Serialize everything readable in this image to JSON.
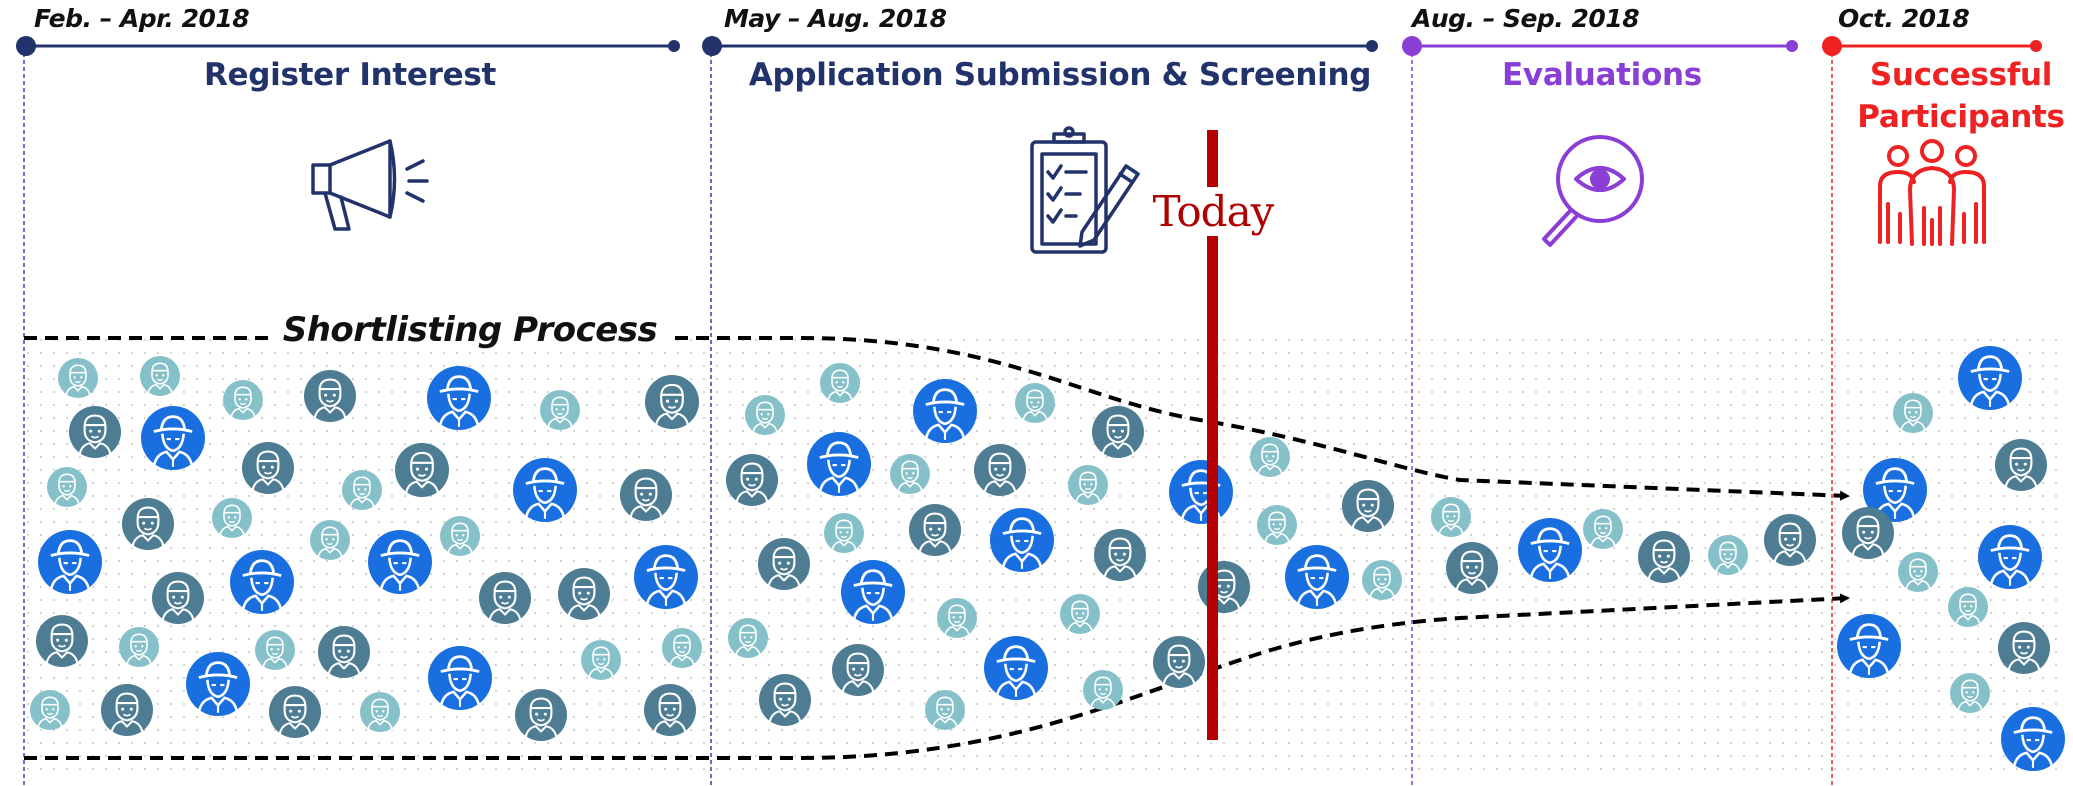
{
  "phases": [
    {
      "date": "Feb. – Apr. 2018",
      "title": "Register Interest",
      "color": "#22336b",
      "icon": "megaphone-icon"
    },
    {
      "date": "May – Aug. 2018",
      "title": "Application Submission & Screening",
      "color": "#22336b",
      "icon": "clipboard-checklist-icon"
    },
    {
      "date": "Aug. – Sep. 2018",
      "title": "Evaluations",
      "color": "#8a3ed6",
      "icon": "magnifier-eye-icon"
    },
    {
      "date": "Oct. 2018",
      "title_line1": "Successful",
      "title_line2": "Participants",
      "color": "#ee2222",
      "icon": "people-group-icon"
    }
  ],
  "funnel_label": "Shortlisting Process",
  "today_label": "Today",
  "colors": {
    "navy": "#22336b",
    "purple": "#8a3ed6",
    "red": "#ee2222",
    "today_red": "#b40000",
    "person_bright": "#1a6fe0",
    "person_mid": "#4d7c93",
    "person_light": "#86c0c9"
  }
}
